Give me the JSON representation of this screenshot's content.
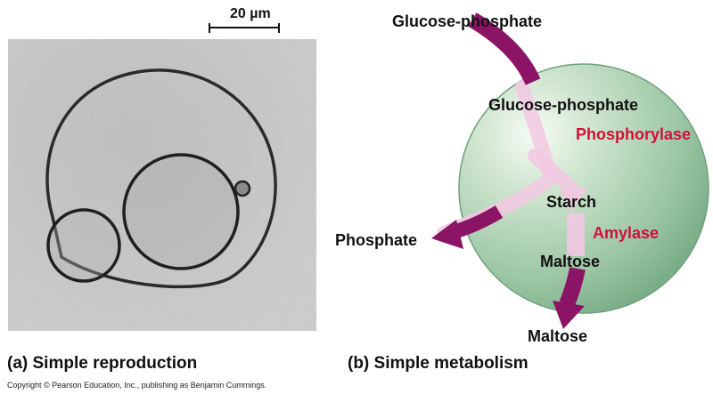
{
  "panel_a": {
    "scale_label": "20 µm",
    "caption": "(a) Simple reproduction"
  },
  "panel_b": {
    "caption": "(b) Simple metabolism",
    "labels": {
      "glucose_phosphate_outside": "Glucose-phosphate",
      "glucose_phosphate_inside": "Glucose-phosphate",
      "phosphorylase": "Phosphorylase",
      "starch": "Starch",
      "amylase": "Amylase",
      "maltose_inside": "Maltose",
      "maltose_outside": "Maltose",
      "phosphate": "Phosphate"
    }
  },
  "copyright": "Copyright © Pearson Education, Inc., publishing as Benjamin Cummings.",
  "colors": {
    "arrow_purple": "#8b1466",
    "arrow_pink_light": "#f2c8e2",
    "enzyme_red": "#d0103a",
    "sphere_green": "#a9cfae"
  }
}
